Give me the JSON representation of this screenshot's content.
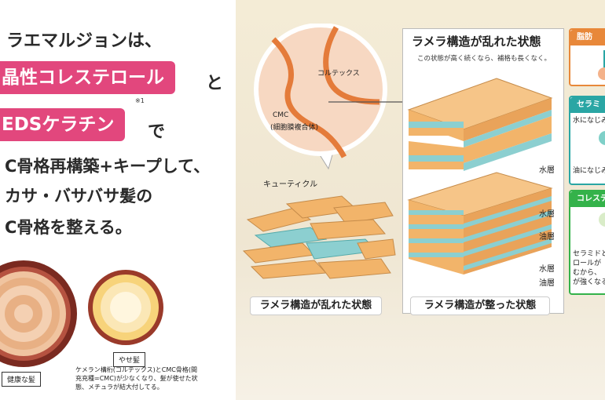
{
  "headline": {
    "line1": "ラエマルジョンは、",
    "box1": "晶性コレステロール",
    "to": "と",
    "box2": "EDSケラチン",
    "note": "※1",
    "de": "で",
    "line4": "C骨格再構築+キープして、",
    "line5": "カサ・バサバサ髪の",
    "line6": "C骨格を整える。"
  },
  "hair": {
    "healthy_label": "健康な髪",
    "thin_label": "やせ髪",
    "caption": "ケメラン構桁(コルテックス)とCMC骨格(間充充種=CMC)が少なくなり、髪が使せた状態、メチュラが結大付してる。"
  },
  "diagram": {
    "cortex_label": "コルテックス",
    "cmc_label": "CMC",
    "cmc_sub": "(細胞膜複合体)",
    "cuticle_label": "キューティクル",
    "caption_left": "ラメラ構造が乱れた状態",
    "panel_title": "ラメラ構造が乱れた状態",
    "panel_sub": "この状態が高く続くなら、補格も長くなく。",
    "water1": "水層",
    "water2": "水層",
    "oil1": "油層",
    "water3": "水層",
    "oil2": "油層",
    "caption_right": "ラメラ構造が整った状態"
  },
  "sidebar": {
    "box1_title": "脂肪",
    "box2_title": "セラミ",
    "box2_line1": "水になじみ",
    "box2_line2": "油になじみ",
    "box3_title": "コレステ",
    "box3_line1": "セラミドと",
    "box3_line2": "ロールが",
    "box3_line3": "むから、",
    "box3_line4": "が強くなる"
  },
  "colors": {
    "accent_pink": "#e2477d",
    "orange_layer": "#f2b46a",
    "blue_layer": "#8ccfd0",
    "green": "#34b24a",
    "teal": "#2aa6a4"
  }
}
